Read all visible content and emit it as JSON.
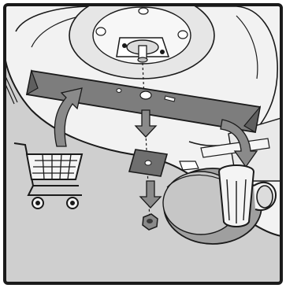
{
  "figure": {
    "kind": "blade replacement illustration",
    "text_labels": []
  },
  "icons": {
    "panel": "illustration-frame",
    "mower": "mower-deck-underside",
    "hub": "blade-hub-spindle",
    "blade": "mower-blade",
    "washer": "blade-washer",
    "nut": "blade-nut",
    "cart": "shopping-cart-icon",
    "bin": "trash-bin-icon",
    "arrows": [
      "remove-arrow-curved",
      "down-arrow",
      "down-arrow",
      "discard-arrow-curved"
    ]
  },
  "colors": {
    "outline": "#1a1a1a",
    "deck_light": "#f2f2f2",
    "deck_shade": "#d9d9d9",
    "ground": "#cfcfcf",
    "blade_gray": "#7d7d7d",
    "arrow_gray": "#8a8a8a",
    "wheel_gray": "#a0a0a0",
    "frame": "#1a1a1a"
  }
}
